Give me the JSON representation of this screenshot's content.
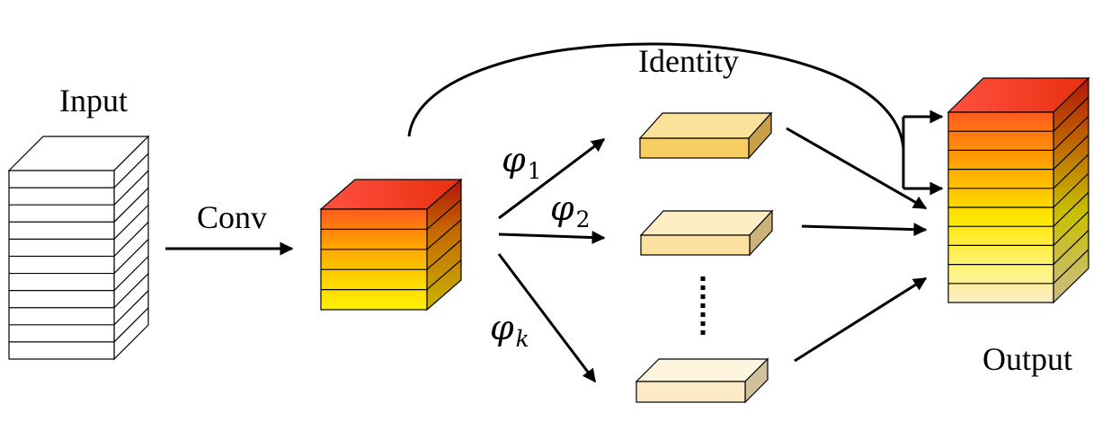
{
  "labels": {
    "input": "Input",
    "conv": "Conv",
    "identity": "Identity",
    "output": "Output"
  },
  "branches": [
    {
      "symbol": "φ",
      "subscript": "1"
    },
    {
      "symbol": "φ",
      "subscript": "2"
    },
    {
      "symbol": "φ",
      "subscript": "k"
    }
  ],
  "colors": {
    "stroke": "#000000",
    "input_face": "#ffffff",
    "heat_top": "#ff4a2e",
    "heat_mid": "#ff9a00",
    "heat_low": "#ffe800",
    "branch1_fill": "#f8cd62",
    "branch2_fill": "#fbe0a0",
    "branchk_fill": "#fdebc7",
    "output_bottom": "#fdebc7"
  }
}
